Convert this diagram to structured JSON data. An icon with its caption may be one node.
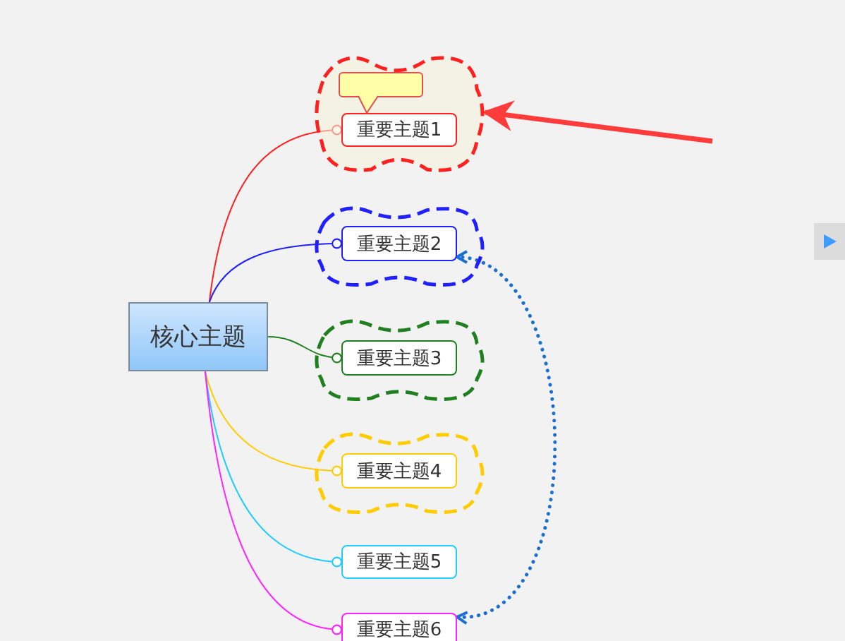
{
  "diagram": {
    "nodes": [
      {
        "text": [
          "核心主题"
        ]
      },
      {
        "text": [],
        "shape": "cloud"
      },
      {
        "text": [],
        "shape": "box",
        "in": 1
      },
      {
        "text": [
          "重要主题1"
        ],
        "in": 1
      },
      {
        "text": [],
        "shape": "cloud"
      },
      {
        "text": [
          "重要主题2"
        ],
        "in": 4
      },
      {
        "text": [],
        "shape": "cloud"
      },
      {
        "text": [
          "重要主题3"
        ],
        "in": 6
      },
      {
        "text": [],
        "shape": "cloud"
      },
      {
        "text": [
          "重要主题4"
        ],
        "in": 8
      },
      {
        "text": [
          "重要主题5"
        ]
      },
      {
        "text": [
          "重要主题6"
        ]
      }
    ],
    "edges": [
      {
        "from": 0,
        "to": 3,
        "arrow": "other",
        "color": "#ff2020"
      },
      {
        "from": 0,
        "to": 5,
        "arrow": "other",
        "color": "#2020ff"
      },
      {
        "from": 0,
        "to": 7,
        "arrow": "other",
        "color": "#208020"
      },
      {
        "from": 0,
        "to": 9,
        "arrow": "other",
        "color": "#ffcc00"
      },
      {
        "from": 0,
        "to": 10,
        "arrow": "other",
        "color": "#22ccff"
      },
      {
        "from": 0,
        "to": 11,
        "arrow": "other",
        "color": "#ff22ff"
      },
      {
        "from": 11,
        "to": 5,
        "arrow": "both",
        "style": "dashed",
        "color": "#1a6fd0"
      },
      {
        "from": null,
        "to": 1,
        "arrow": "to",
        "style": "thick",
        "color": "#ff3b3b"
      }
    ]
  }
}
